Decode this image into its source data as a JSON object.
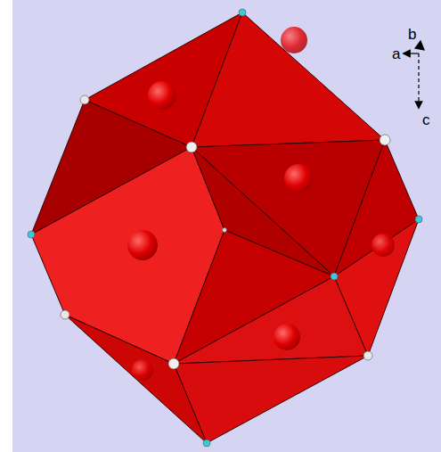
{
  "diagram": {
    "labels": [
      "b",
      "a",
      "c"
    ]
  }
}
